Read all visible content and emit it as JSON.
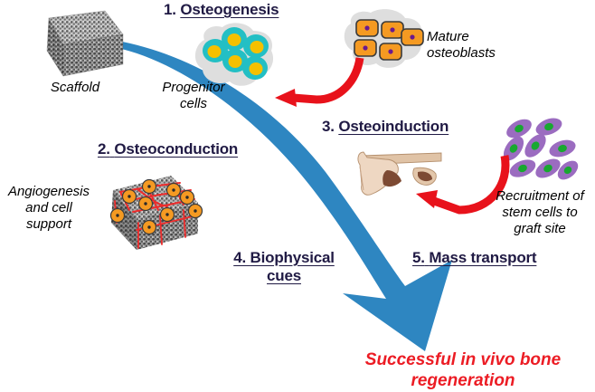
{
  "figure": {
    "kind": "bone-tissue-engineering-schematic",
    "background_color": "#ffffff",
    "palette": {
      "heading_navy": "#201a44",
      "arrow_blue": "#2e86c1",
      "arrow_red": "#e8121b",
      "conclusion_red": "#ec1c24",
      "progenitor_cell": "#23bfc4",
      "progenitor_nucleus": "#f5c000",
      "osteoblast_cell": "#f59a22",
      "osteoblast_nucleus": "#6b1a8e",
      "stem_cell": "#9b6cc0",
      "stem_nucleus": "#18a830",
      "scaffold_gray": "#9a9a9a",
      "vessel_red": "#ee2b2b",
      "bone_tan": "#e8cdb5",
      "blob_gray": "#dedede"
    }
  },
  "steps": [
    {
      "id": "osteogenesis",
      "number": "1.",
      "label": "Osteogenesis",
      "underline": "label-only"
    },
    {
      "id": "osteoconduction",
      "number": "2.",
      "label": "Osteoconduction",
      "underline": "all"
    },
    {
      "id": "osteoinduction",
      "number": "3.",
      "label": "Osteoinduction",
      "underline": "label-only"
    },
    {
      "id": "biophysical-cues",
      "number": "4.",
      "label": "Biophysical\ncues",
      "underline": "all"
    },
    {
      "id": "mass-transport",
      "number": "5.",
      "label": "Mass transport",
      "underline": "all"
    }
  ],
  "captions": {
    "scaffold": "Scaffold",
    "progenitor_cells": "Progenitor\ncells",
    "mature_osteoblasts": "Mature\nosteoblasts",
    "angiogenesis": "Angiogenesis\nand cell\nsupport",
    "recruitment": "Recruitment of\nstem cells to\ngraft site"
  },
  "conclusion": "Successful in vivo bone\nregeneration",
  "graphics": {
    "scaffold_cube": "porous-scaffold-cube-icon",
    "vascular_scaffold_cube": "vascularized-scaffold-cube-icon",
    "progenitor_cluster": "progenitor-cell-cluster-icon",
    "osteoblast_cluster": "mature-osteoblast-cluster-icon",
    "stem_cell_cluster": "stem-cell-cluster-icon",
    "bone_defect": "long-bone-defect-icon",
    "main_flow_arrow": "curved-blue-flow-arrow",
    "red_arrow_osteogenesis": "red-curved-arrow-to-progenitor",
    "red_arrow_induction": "red-curved-arrow-to-bone"
  }
}
